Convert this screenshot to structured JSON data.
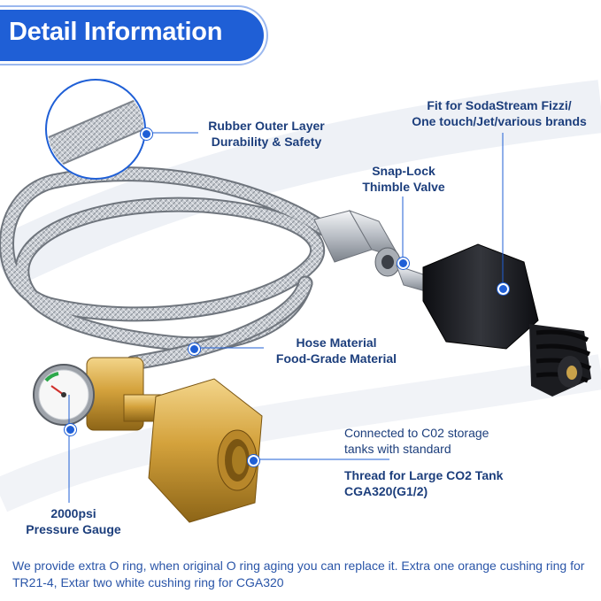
{
  "title": "Detail Information",
  "labels": {
    "rubber_line1": "Rubber Outer Layer",
    "rubber_line2": "Durability & Safety",
    "fit_line1": "Fit for SodaStream Fizzi/",
    "fit_line2": "One touch/Jet/various brands",
    "snap_line1": "Snap-Lock",
    "snap_line2": "Thimble Valve",
    "hose_line1": "Hose Material",
    "hose_line2": "Food-Grade Material",
    "connected_line1": "Connected to C02 storage",
    "connected_line2": "tanks with standard",
    "thread_line1": "Thread for Large CO2 Tank",
    "thread_line2": "CGA320(G1/2)",
    "gauge_line1": "2000psi",
    "gauge_line2": "Pressure Gauge"
  },
  "footer_text": "We provide extra O ring, when original O ring aging you can replace it. Extra one orange cushing ring for TR21-4, Extar two white cushing ring for CGA320",
  "colors": {
    "accent": "#1f5fd6",
    "label_text": "#1c3e7c",
    "footer_text": "#2a55a8",
    "brass": "#d4a23c",
    "steel": "#c8ccd2",
    "adapter": "#1c1d22"
  }
}
